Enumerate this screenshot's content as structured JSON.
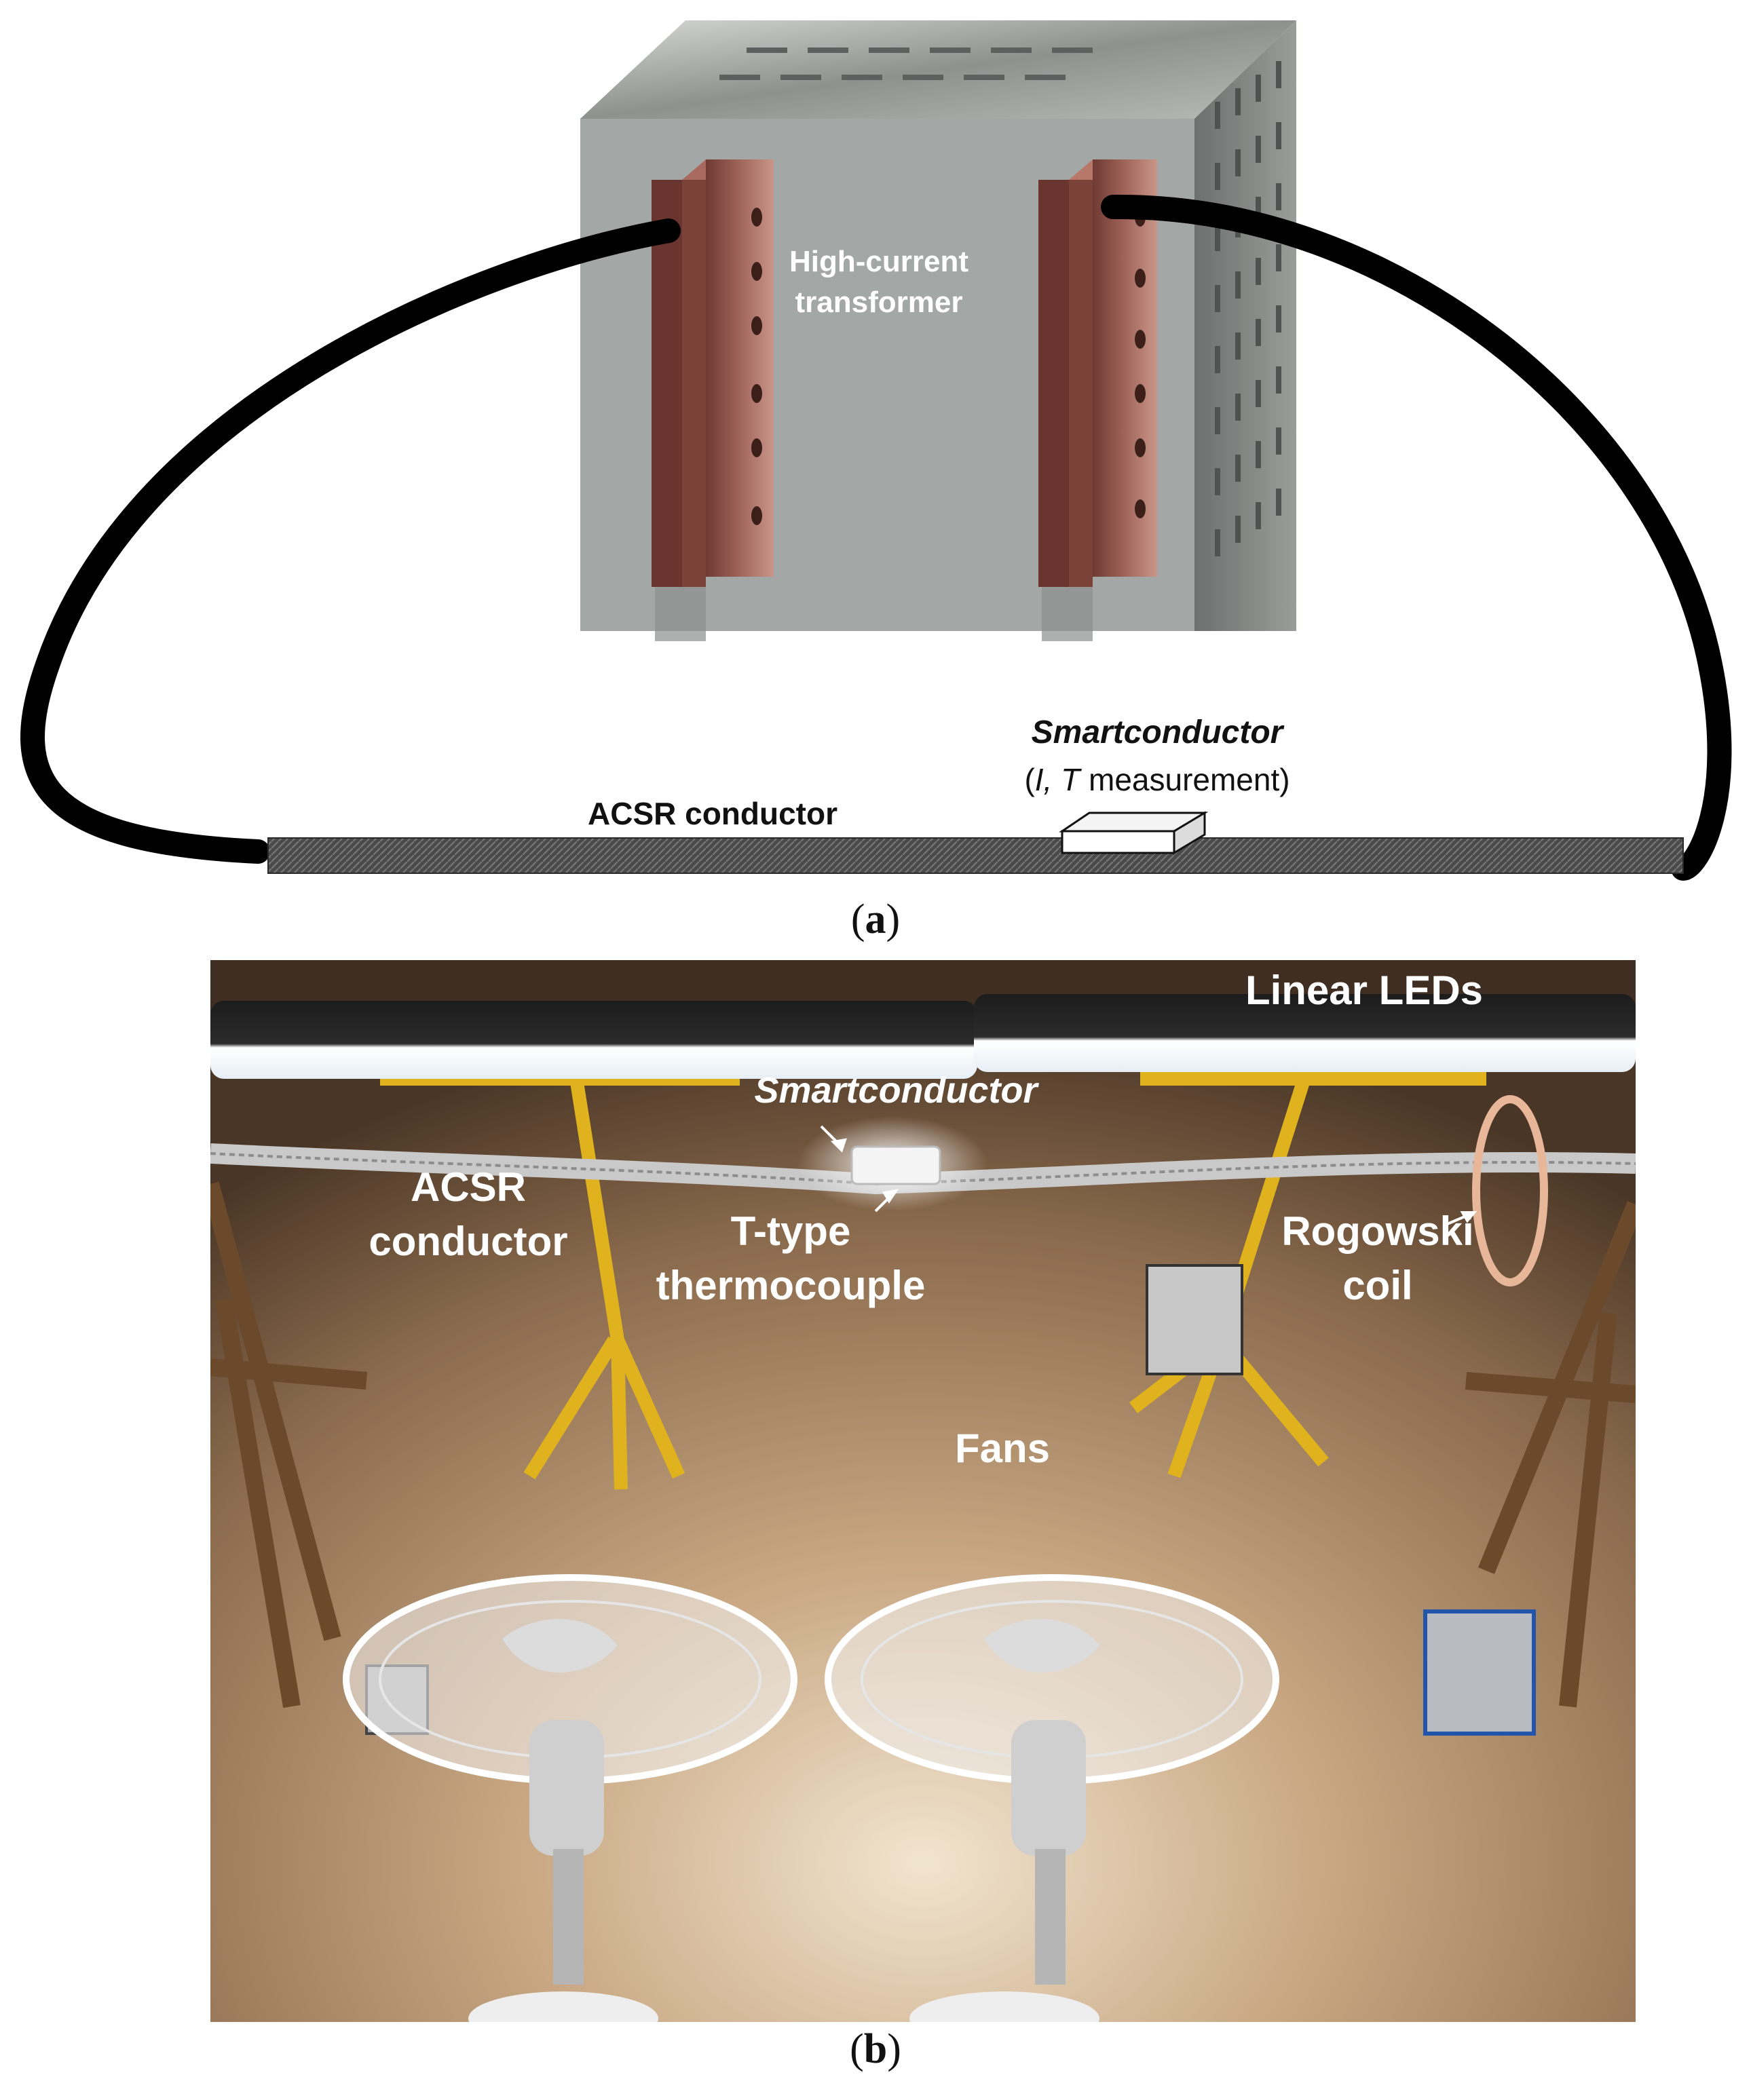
{
  "panel_a": {
    "transformer_label_line1": "High-current",
    "transformer_label_line2": "transformer",
    "smartconductor_title": "Smartconductor",
    "smartconductor_paren_open": "(",
    "smartconductor_I": "I,",
    "smartconductor_T": "T",
    "smartconductor_rest": "measurement)",
    "conductor_label": "ACSR conductor",
    "caption": "a"
  },
  "panel_b": {
    "linear_leds": "Linear LEDs",
    "smartconductor": "Smartconductor",
    "acsr_line1": "ACSR",
    "acsr_line2": "conductor",
    "thermocouple_line1": "T-type",
    "thermocouple_line2": "thermocouple",
    "rogowski_line1": "Rogowski",
    "rogowski_line2": "coil",
    "fans": "Fans",
    "caption": "b"
  },
  "colors": {
    "transformer_front": "#a3a8a6",
    "transformer_side": "#7c807e",
    "copper": "#8a4f44",
    "cable": "#000000",
    "conductor": "#4a4a4a",
    "floor": "#8a6a4c",
    "stand_yellow": "#e0b21e"
  },
  "icons": [
    "transformer-box",
    "copper-bus-bar",
    "cable",
    "acsr-conductor",
    "smartconductor-device",
    "led-bar",
    "tripod-stand",
    "fan",
    "rogowski-coil",
    "data-logger"
  ]
}
